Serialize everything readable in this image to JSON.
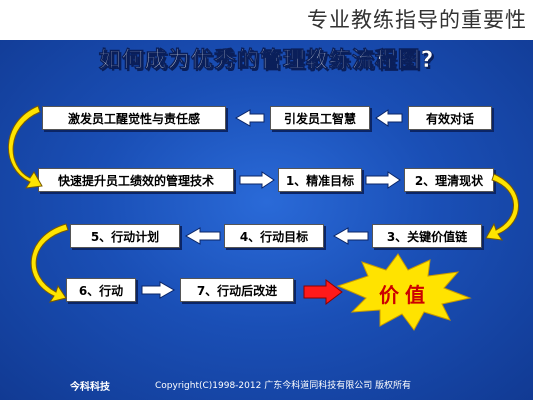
{
  "header": {
    "title": "专业教练指导的重要性"
  },
  "slide": {
    "title": "如何成为优秀的管理教练流程图?",
    "row1": [
      "有效对话",
      "引发员工智慧",
      "激发员工醒觉性与责任感"
    ],
    "row2": [
      "快速提升员工绩效的管理技术",
      "1、精准目标",
      "2、理清现状"
    ],
    "row3": [
      "3、关键价值链",
      "4、行动目标",
      "5、行动计划"
    ],
    "row4": [
      "6、行动",
      "7、行动后改进"
    ],
    "burst": "价值",
    "footer_logo": "今科科技",
    "footer_copy": "Copyright(C)1998-2012 广东今科道同科技有限公司 版权所有"
  },
  "colors": {
    "background": "#1a4fb6",
    "arrow_yellow": "#ffe400",
    "arrow_red": "#ff1a1a",
    "burst": "#ffe300"
  }
}
